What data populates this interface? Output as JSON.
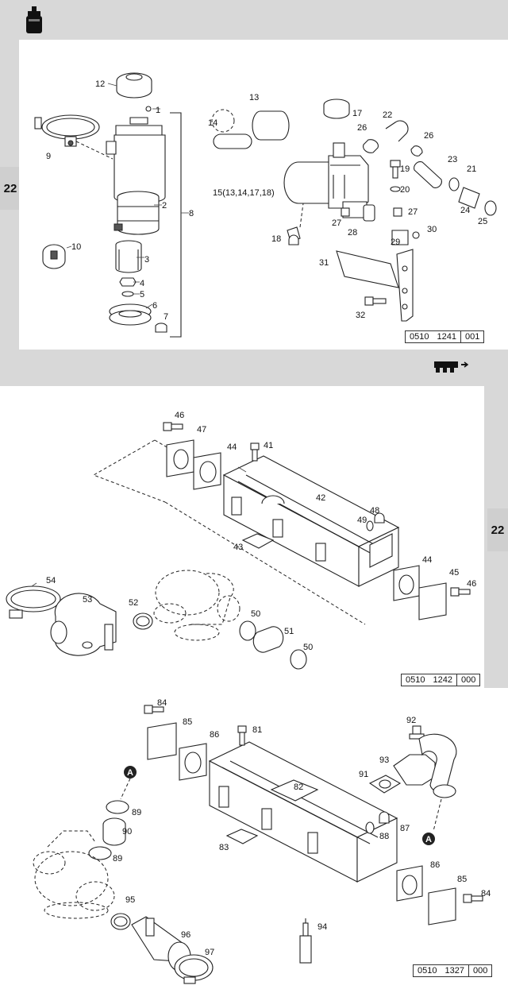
{
  "section_tab": "22",
  "panels": [
    {
      "ref": [
        "0510",
        "1241",
        "001"
      ]
    },
    {
      "ref": [
        "0510",
        "1242",
        "000"
      ]
    },
    {
      "ref": [
        "0510",
        "1327",
        "000"
      ]
    }
  ],
  "callouts": {
    "p1": [
      "12",
      "1",
      "8",
      "9",
      "2",
      "10",
      "3",
      "4",
      "5",
      "6",
      "7",
      "13",
      "14",
      "17",
      "22",
      "26",
      "26",
      "23",
      "21",
      "24",
      "25",
      "19",
      "20",
      "15(13,14,17,18)",
      "18",
      "27",
      "28",
      "27",
      "29",
      "30",
      "31",
      "32"
    ],
    "p2": [
      "46",
      "47",
      "44",
      "41",
      "42",
      "48",
      "49",
      "43",
      "44",
      "45",
      "46",
      "54",
      "53",
      "52",
      "50",
      "51",
      "50"
    ],
    "p3": [
      "84",
      "85",
      "86",
      "81",
      "92",
      "93",
      "91",
      "82",
      "89",
      "90",
      "89",
      "88",
      "87",
      "83",
      "86",
      "85",
      "84",
      "95",
      "96",
      "94",
      "97"
    ]
  },
  "markers": {
    "A1": "A",
    "A2": "A"
  },
  "icons": [
    "air-filter-icon",
    "manifold-icon"
  ]
}
